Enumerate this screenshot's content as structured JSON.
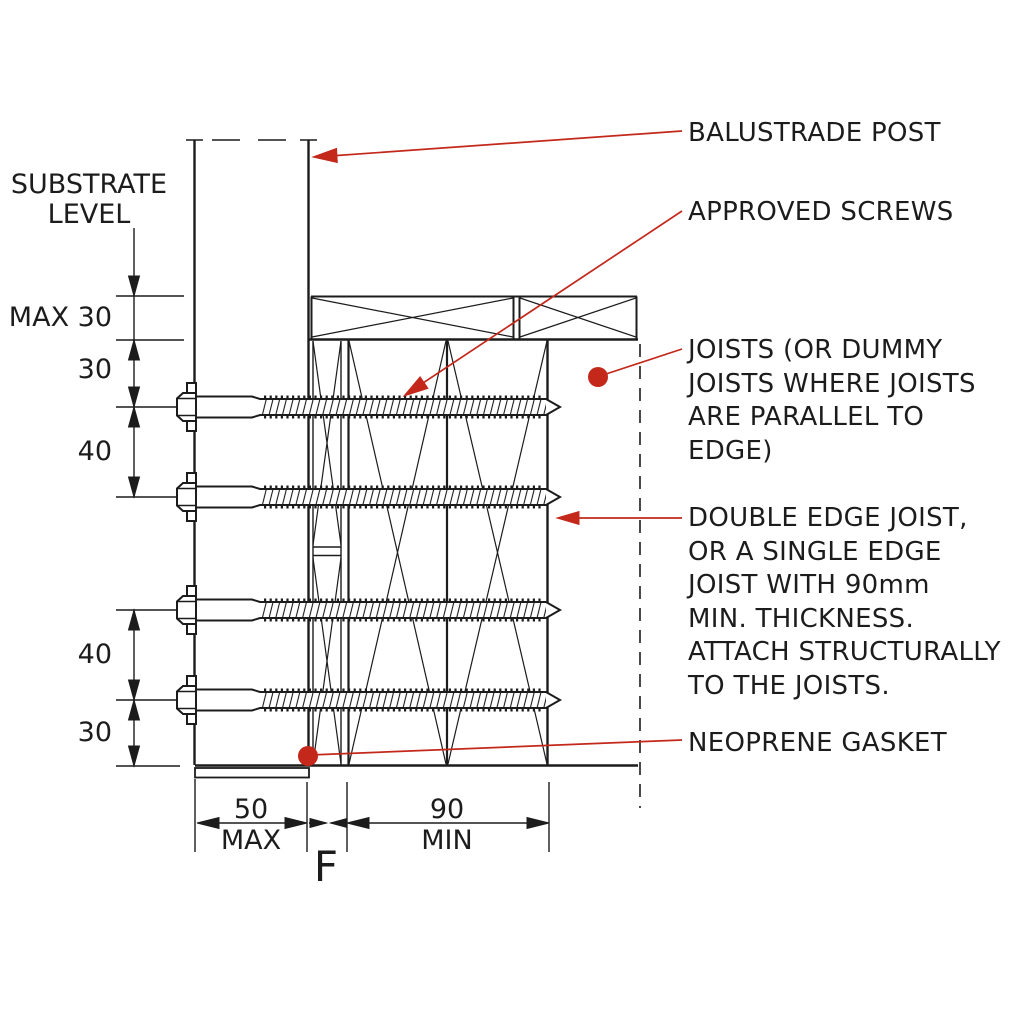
{
  "drawing_type": "construction-detail-section",
  "colors": {
    "ink": "#1c1c1c",
    "leader_red": "#c3281b",
    "background": "#ffffff"
  },
  "labels": {
    "substrate_level": "SUBSTRATE\nLEVEL"
  },
  "dims": {
    "left_chain": [
      "MAX 30",
      "30",
      "40",
      "40",
      "30"
    ],
    "bottom50": {
      "value": "50",
      "qualifier": "MAX"
    },
    "bottom90": {
      "value": "90",
      "qualifier": "MIN"
    },
    "fixing_ref": "F"
  },
  "annotations": [
    {
      "id": "balustrade-post",
      "text": "BALUSTRADE POST"
    },
    {
      "id": "approved-screws",
      "text": "APPROVED SCREWS"
    },
    {
      "id": "joists-note",
      "text": "JOISTS (OR DUMMY\nJOISTS WHERE JOISTS\nARE PARALLEL TO\nEDGE)"
    },
    {
      "id": "double-edge-joist-note",
      "text": "DOUBLE EDGE JOIST,\nOR A SINGLE EDGE\nJOIST WITH 90mm\nMIN. THICKNESS.\nATTACH STRUCTURALLY\nTO THE JOISTS."
    },
    {
      "id": "neoprene-gasket",
      "text": "NEOPRENE GASKET"
    }
  ]
}
